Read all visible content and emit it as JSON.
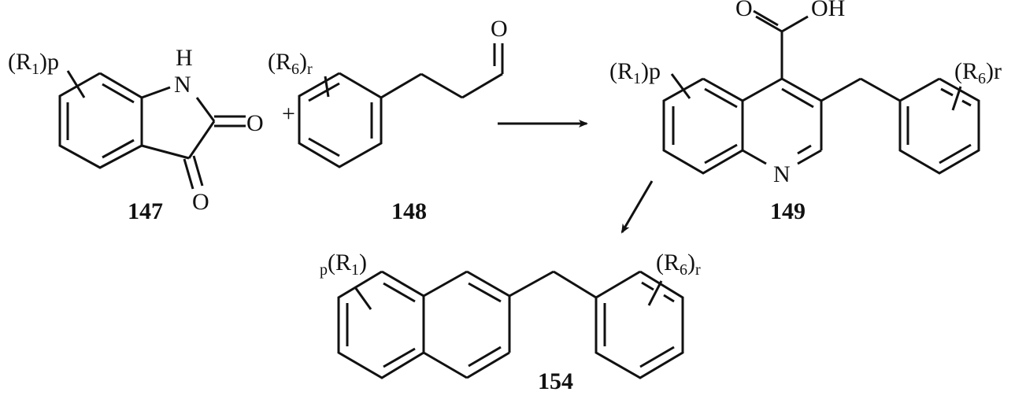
{
  "scheme": {
    "compounds": [
      {
        "id": "147",
        "label": "147",
        "substituent": {
          "group": "R",
          "index": "1",
          "count": "p"
        },
        "atoms": {
          "N": "N",
          "H": "H",
          "O_a": "O",
          "O_b": "O"
        }
      },
      {
        "id": "148",
        "label": "148",
        "substituent": {
          "group": "R",
          "index": "6",
          "count": "r"
        },
        "atoms": {
          "O": "O"
        }
      },
      {
        "id": "149",
        "label": "149",
        "substituent_left": {
          "group": "R",
          "index": "1",
          "count": "p"
        },
        "substituent_right": {
          "group": "R",
          "index": "6",
          "count": "r"
        },
        "atoms": {
          "O": "O",
          "OH": "OH",
          "N": "N"
        }
      },
      {
        "id": "154",
        "label": "154",
        "substituent_left": {
          "group": "R",
          "index": "1",
          "count": "p"
        },
        "substituent_right": {
          "group": "R",
          "index": "6",
          "count": "r"
        }
      }
    ],
    "operators": {
      "plus": "+"
    },
    "arrows": [
      {
        "from": "147+148",
        "to": "149",
        "direction": "right"
      },
      {
        "from": "149",
        "to": "154",
        "direction": "down-left"
      }
    ]
  }
}
